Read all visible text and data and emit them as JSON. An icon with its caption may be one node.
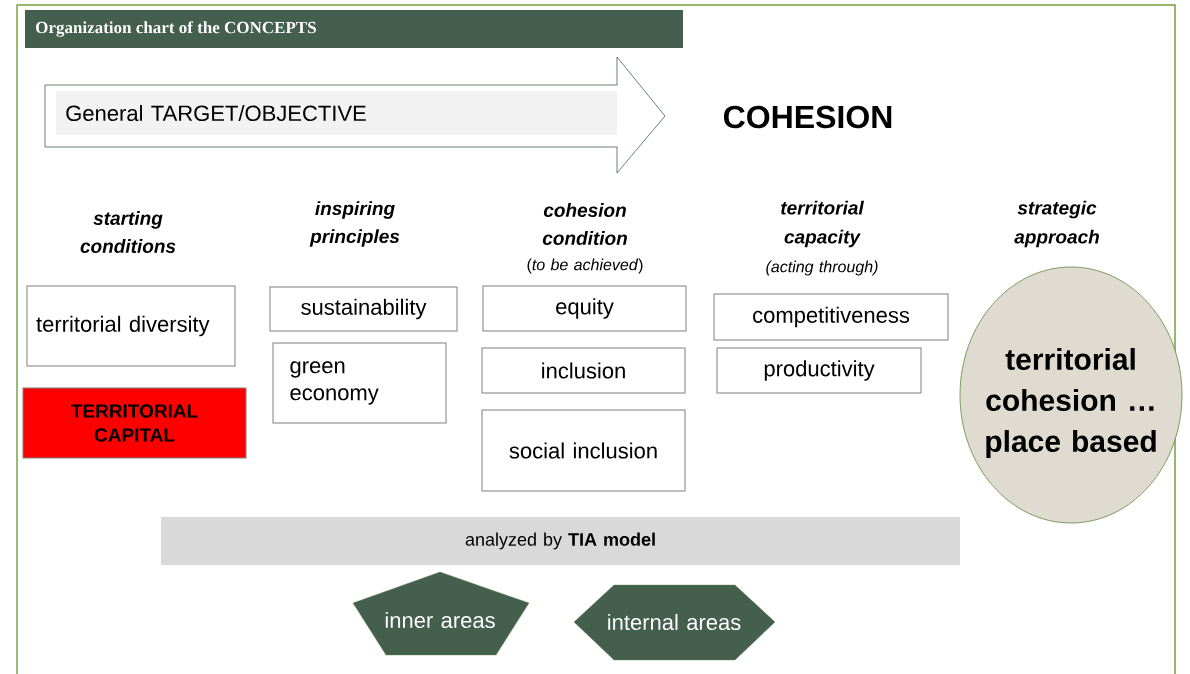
{
  "diagram": {
    "title": "Organization chart of the CONCEPTS",
    "nodes": [
      {
        "text": [
          "General TARGET/OBJECTIVE"
        ]
      },
      {
        "text": [
          "territorial diversity"
        ]
      },
      {
        "text": [
          "TERRITORIAL CAPITAL"
        ]
      },
      {
        "text": [
          "sustainability"
        ]
      },
      {
        "text": [
          "green economy"
        ]
      },
      {
        "text": [
          "equity"
        ]
      },
      {
        "text": [
          "inclusion"
        ]
      },
      {
        "text": [
          "social inclusion"
        ]
      },
      {
        "text": [
          "competitiveness"
        ]
      },
      {
        "text": [
          "productivity"
        ]
      },
      {
        "text": [
          "territorial cohesion … place based"
        ]
      },
      {
        "text": [
          "analyzed by **TIA model**"
        ]
      },
      {
        "text": [
          "inner areas"
        ]
      },
      {
        "text": [
          "internal areas"
        ]
      }
    ],
    "labels": [
      "COHESION",
      "starting conditions",
      "inspiring principles",
      "cohesion condition",
      "(*to be achieved*)",
      "territorial capacity",
      "(acting through)",
      "strategic approach"
    ]
  }
}
